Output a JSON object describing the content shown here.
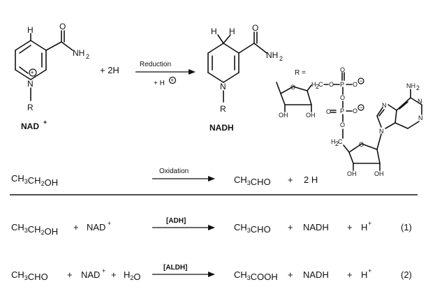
{
  "structures": {
    "nad_label": "NAD",
    "nad_sup": "+",
    "nadh_label": "NADH",
    "h": "H",
    "n": "N",
    "o": "O",
    "r": "R",
    "nh2": "NH",
    "nh2_sub": "2",
    "plus_charge": "+",
    "plus_2h": "+ 2H",
    "reduction": "Reduction",
    "plus_h_prefix": "+ H",
    "r_equals": "R =",
    "ribose_h2c": "H",
    "ribose_h2c_sub": "2",
    "ribose_h2c_c": "C",
    "oh": "OH",
    "p": "P",
    "o_minus": "O",
    "minus": "−",
    "adenine_nh2": "NH",
    "adenine_nh2_sub": "2"
  },
  "equations": {
    "oxidation": {
      "left": [
        [
          "CH",
          "3"
        ],
        [
          "CH",
          "2"
        ],
        [
          "OH",
          ""
        ]
      ],
      "arrow": "Oxidation",
      "product": [
        [
          "CH",
          "3"
        ],
        [
          "CHO",
          ""
        ]
      ],
      "plus": "+",
      "h2": "2 H"
    },
    "eq1": {
      "ethanol": [
        [
          "CH",
          "3"
        ],
        [
          "CH",
          "2"
        ],
        [
          "OH",
          ""
        ]
      ],
      "plus1": "+",
      "nad": "NAD",
      "nad_sup": "+",
      "enzyme": "[ADH]",
      "acetaldehyde": [
        [
          "CH",
          "3"
        ],
        [
          "CHO",
          ""
        ]
      ],
      "plus2": "+",
      "nadh": "NADH",
      "plus3": "+",
      "h": "H",
      "h_sup": "+",
      "number": "(1)"
    },
    "eq2": {
      "acetaldehyde": [
        [
          "CH",
          "3"
        ],
        [
          "CHO",
          ""
        ]
      ],
      "plus1": "+",
      "nad": "NAD",
      "nad_sup": "+",
      "plus2": "+",
      "water": [
        [
          "H",
          "2"
        ],
        [
          "O",
          ""
        ]
      ],
      "enzyme": "[ALDH]",
      "acid": [
        [
          "CH",
          "3"
        ],
        [
          "COOH",
          ""
        ]
      ],
      "plus3": "+",
      "nadh": "NADH",
      "plus4": "+",
      "h": "H",
      "h_sup": "+",
      "number": "(2)"
    }
  }
}
